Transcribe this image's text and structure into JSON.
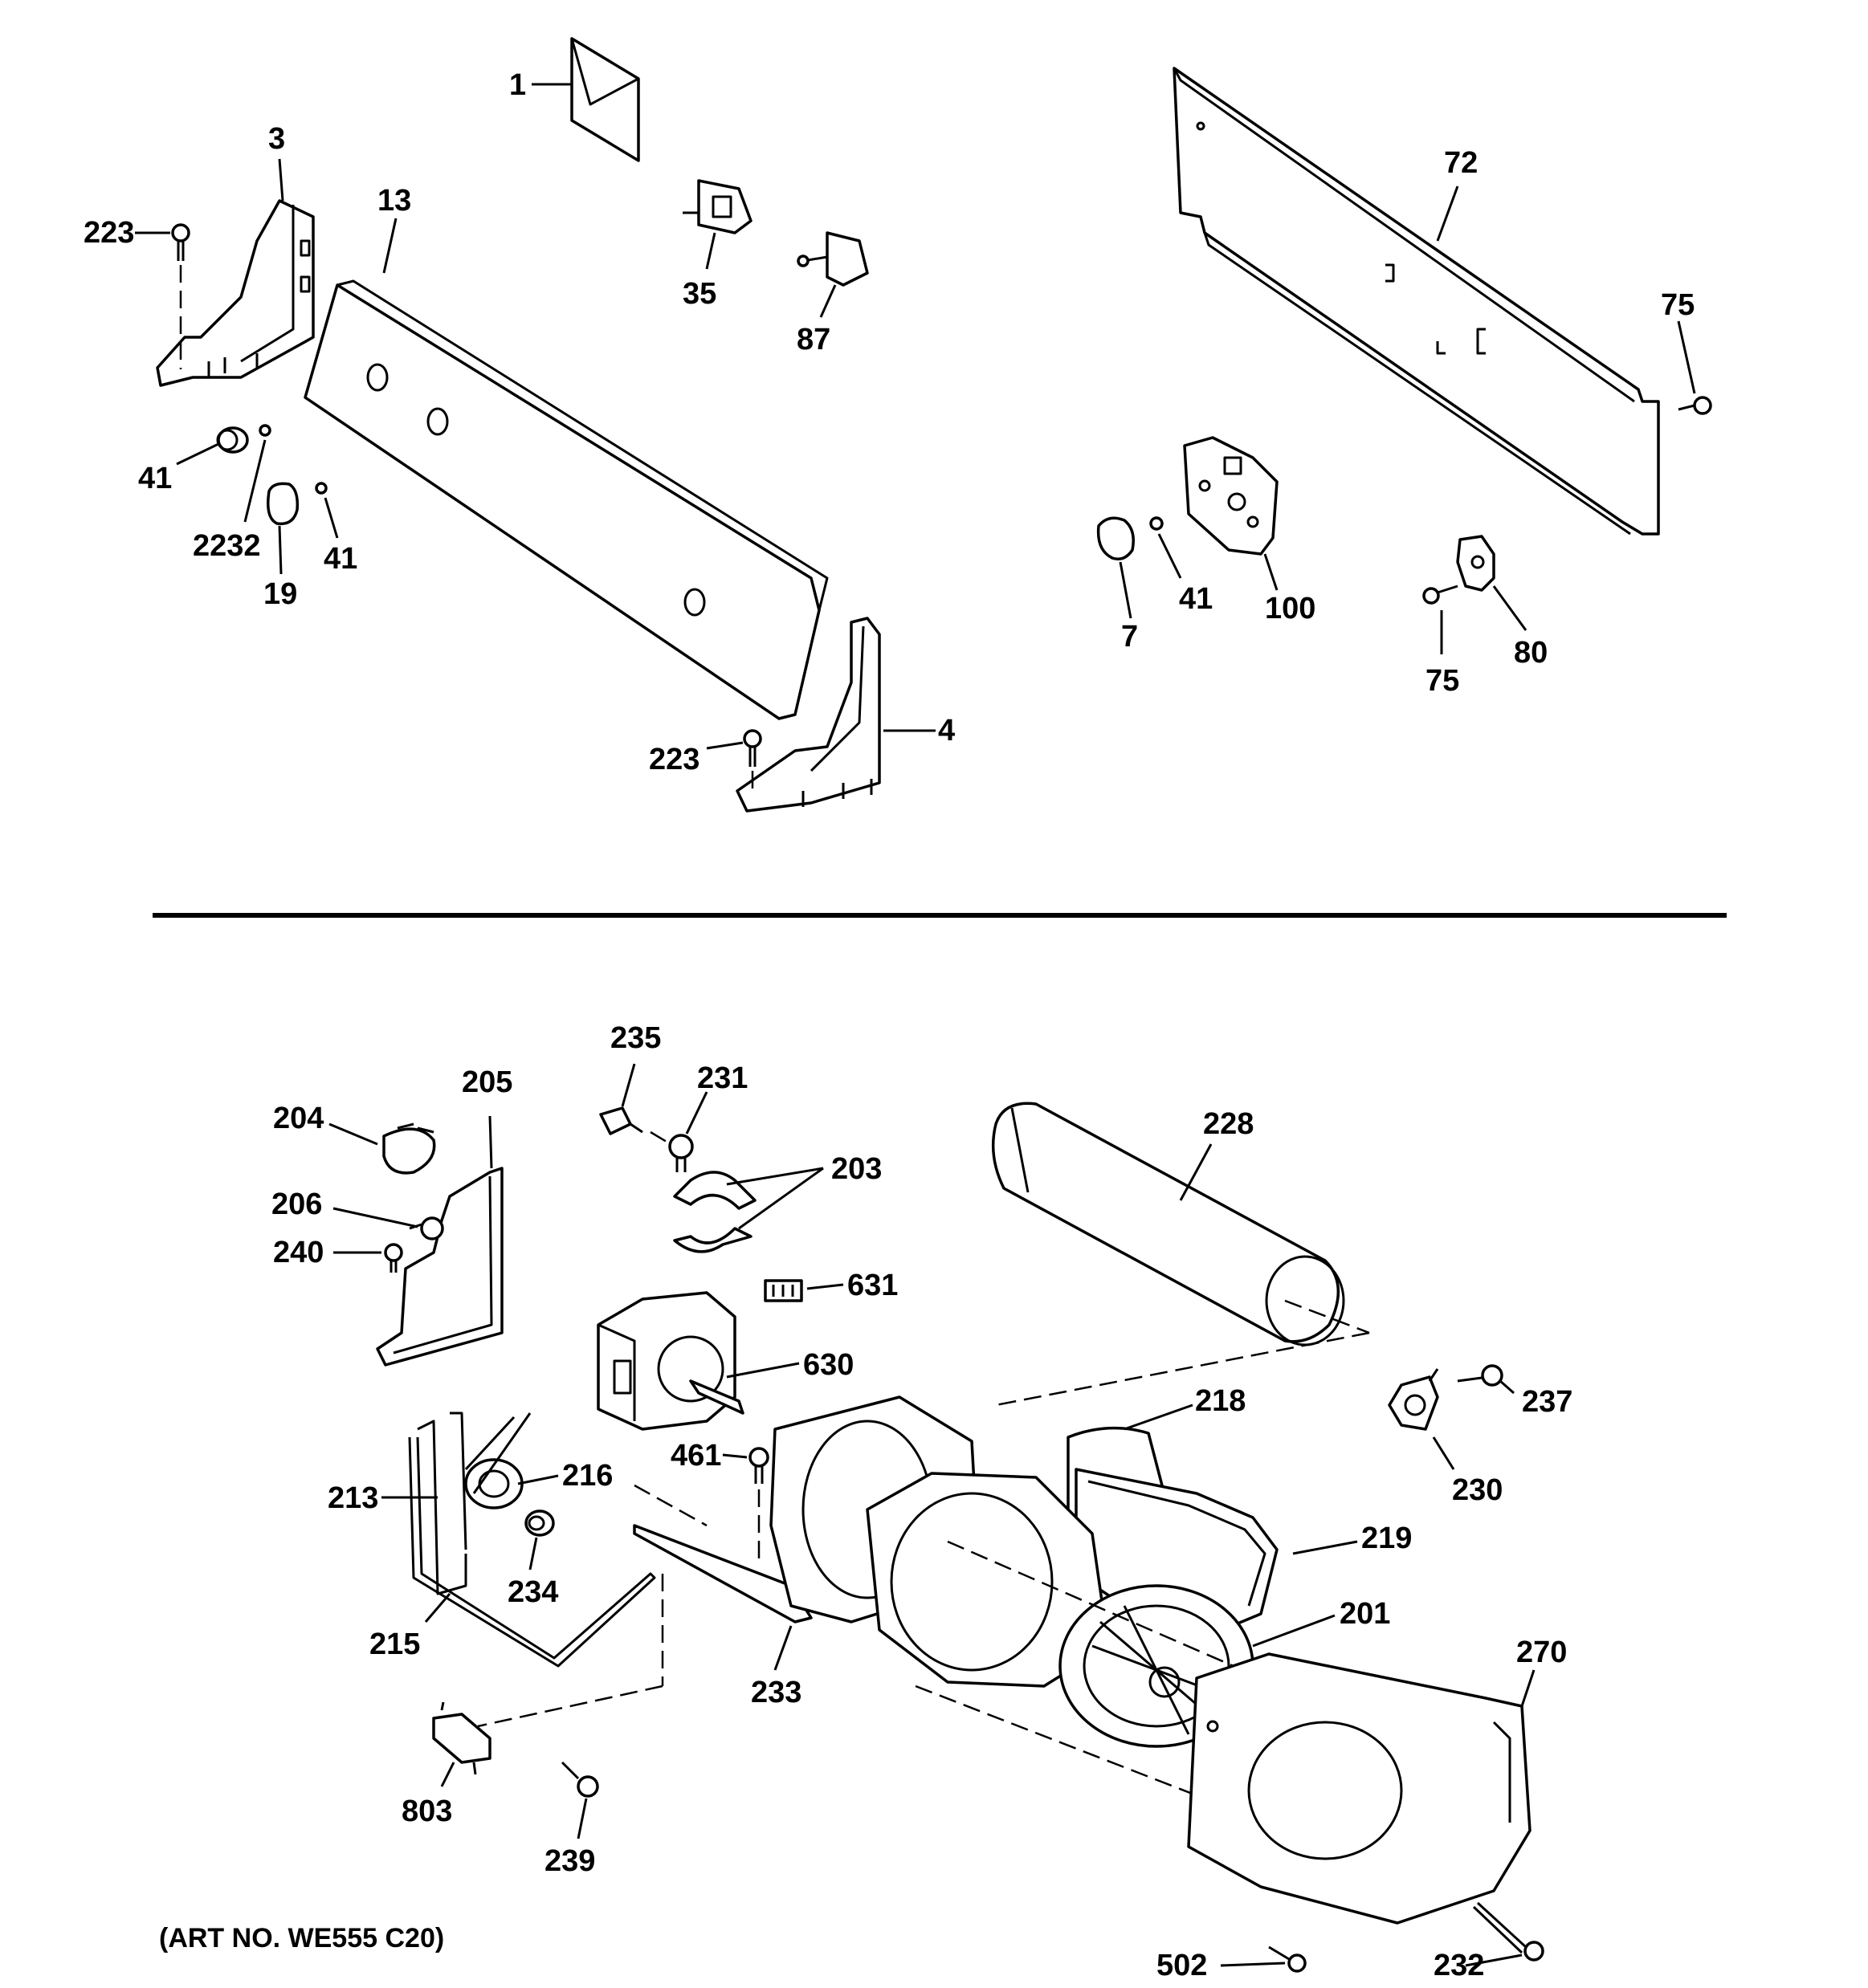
{
  "caption": "(ART NO. WE555 C20)",
  "labels": {
    "p1": "1",
    "p3": "3",
    "p13": "13",
    "p223a": "223",
    "p35": "35",
    "p87": "87",
    "p41a": "41",
    "p2232": "2232",
    "p19": "19",
    "p41b": "41",
    "p223b": "223",
    "p4": "4",
    "p72": "72",
    "p75a": "75",
    "p7": "7",
    "p41c": "41",
    "p100": "100",
    "p80": "80",
    "p75b": "75",
    "p235": "235",
    "p231": "231",
    "p205": "205",
    "p204": "204",
    "p203": "203",
    "p228": "228",
    "p206": "206",
    "p240": "240",
    "p631": "631",
    "p630": "630",
    "p218": "218",
    "p237": "237",
    "p461": "461",
    "p216": "216",
    "p213": "213",
    "p230": "230",
    "p219": "219",
    "p234": "234",
    "p201": "201",
    "p215": "215",
    "p233": "233",
    "p270": "270",
    "p803": "803",
    "p239": "239",
    "p502": "502",
    "p232": "232"
  }
}
